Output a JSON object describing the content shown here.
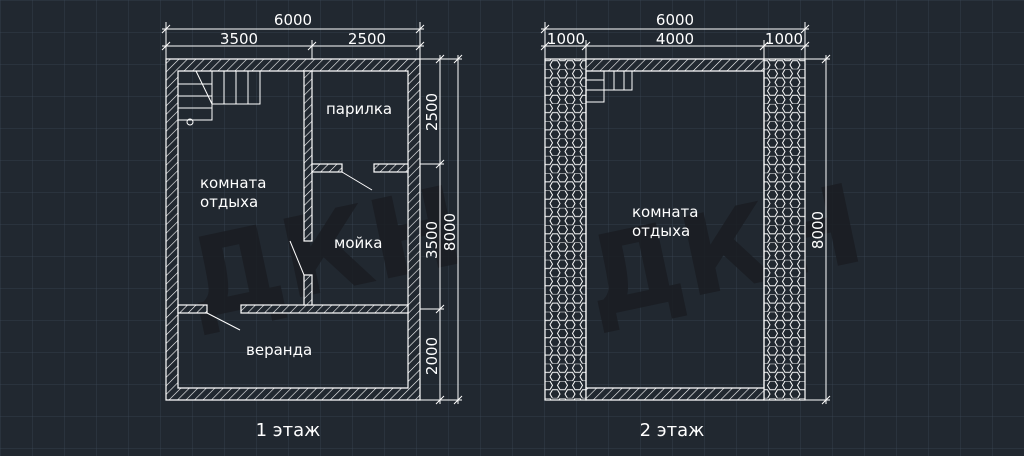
{
  "floor1": {
    "caption": "1 этаж",
    "dim_total_width": "6000",
    "dim_left_width": "3500",
    "dim_right_width": "2500",
    "dim_top_height": "2500",
    "dim_mid_height": "3500",
    "dim_bottom_height": "2000",
    "dim_total_height": "8000",
    "room_steam": "парилка",
    "room_rest_line1": "комната",
    "room_rest_line2": "отдыха",
    "room_wash": "мойка",
    "room_veranda": "веранда"
  },
  "floor2": {
    "caption": "2 этаж",
    "dim_total_width": "6000",
    "dim_left_width": "1000",
    "dim_mid_width": "4000",
    "dim_right_width": "1000",
    "dim_total_height": "8000",
    "room_rest_line1": "комната",
    "room_rest_line2": "отдыха"
  },
  "watermark": "ДКН",
  "colors": {
    "background": "#212830",
    "lines": "#ffffff",
    "watermark": "#1a1d22"
  }
}
